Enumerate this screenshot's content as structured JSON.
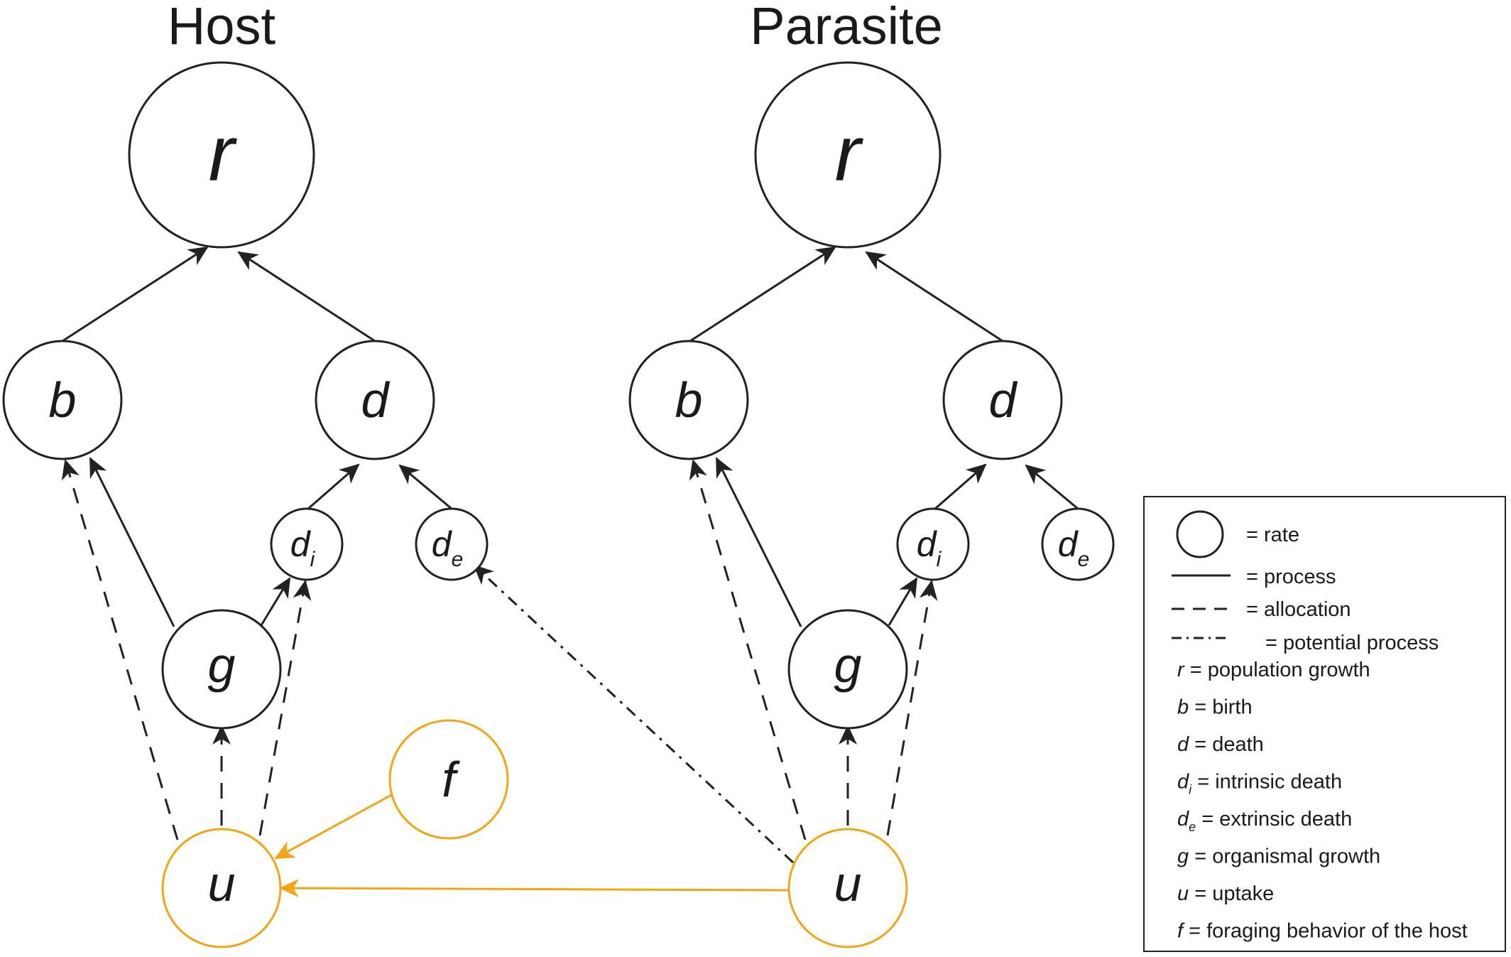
{
  "titles": {
    "host": "Host",
    "parasite": "Parasite"
  },
  "colors": {
    "node_stroke": "#222222",
    "uptake_foraging": "#f2a516"
  },
  "nodes": {
    "host": {
      "r": "r",
      "b": "b",
      "d": "d",
      "di_base": "d",
      "di_sub": "i",
      "de_base": "d",
      "de_sub": "e",
      "g": "g",
      "u": "u",
      "f": "f"
    },
    "parasite": {
      "r": "r",
      "b": "b",
      "d": "d",
      "di_base": "d",
      "di_sub": "i",
      "de_base": "d",
      "de_sub": "e",
      "g": "g",
      "u": "u"
    }
  },
  "legend": {
    "rate": "= rate",
    "process": "= process",
    "allocation": "= allocation",
    "potential": "= potential process",
    "items": [
      {
        "sym": "r",
        "sub": "",
        "text": " = population growth"
      },
      {
        "sym": "b",
        "sub": "",
        "text": " = birth"
      },
      {
        "sym": "d",
        "sub": "",
        "text": " = death"
      },
      {
        "sym": "d",
        "sub": "i",
        "text": " = intrinsic death"
      },
      {
        "sym": "d",
        "sub": "e",
        "text": " = extrinsic death"
      },
      {
        "sym": "g",
        "sub": "",
        "text": " = organismal growth"
      },
      {
        "sym": "u",
        "sub": "",
        "text": " = uptake"
      },
      {
        "sym": "f",
        "sub": "",
        "text": " = foraging behavior of the host"
      }
    ]
  }
}
